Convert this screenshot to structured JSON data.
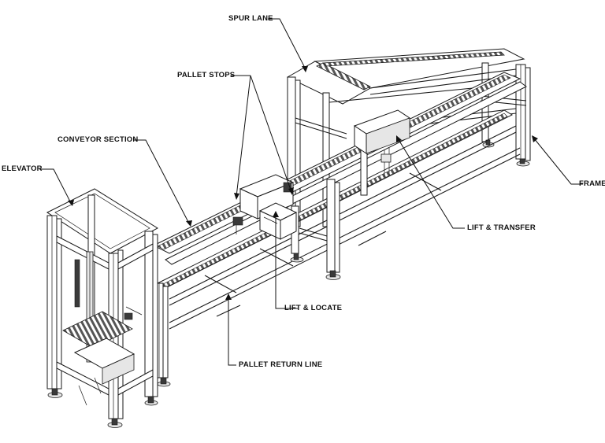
{
  "labels": {
    "spur_lane": "SPUR LANE",
    "pallet_stops": "PALLET STOPS",
    "conveyor_section": "CONVEYOR SECTION",
    "elevator": "ELEVATOR",
    "frame": "FRAME",
    "lift_transfer": "LIFT & TRANSFER",
    "lift_locate": "LIFT & LOCATE",
    "pallet_return_line": "PALLET RETURN LINE"
  },
  "colors": {
    "line": "#1a1a1a",
    "background": "#ffffff"
  }
}
